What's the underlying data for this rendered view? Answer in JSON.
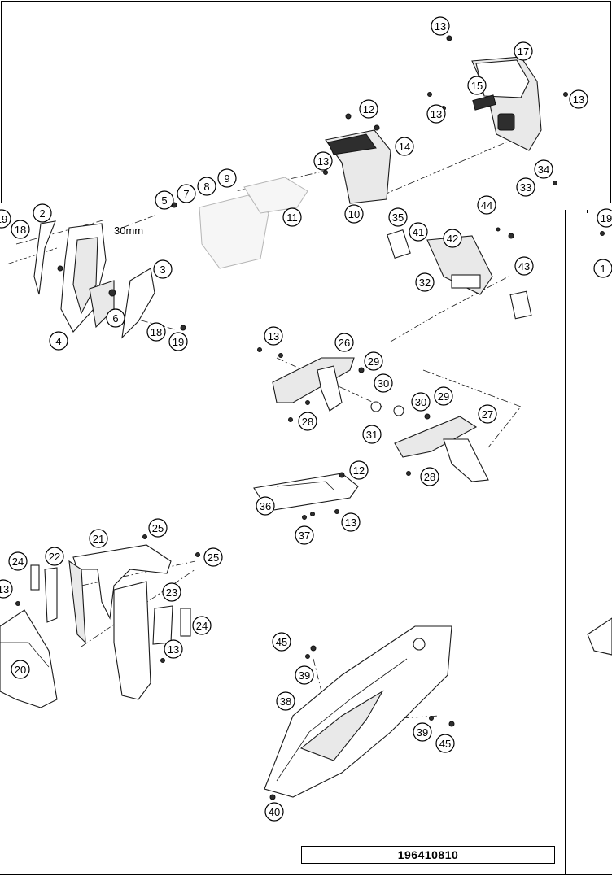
{
  "diagram": {
    "reference_number": "196410810",
    "dimension_note": "30mm",
    "callouts": [
      {
        "label": "13"
      },
      {
        "label": "17"
      },
      {
        "label": "15"
      },
      {
        "label": "13"
      },
      {
        "label": "13"
      },
      {
        "label": "12"
      },
      {
        "label": "14"
      },
      {
        "label": "13"
      },
      {
        "label": "9"
      },
      {
        "label": "8"
      },
      {
        "label": "7"
      },
      {
        "label": "5"
      },
      {
        "label": "11"
      },
      {
        "label": "10"
      },
      {
        "label": "35"
      },
      {
        "label": "34"
      },
      {
        "label": "33"
      },
      {
        "label": "44"
      },
      {
        "label": "41"
      },
      {
        "label": "42"
      },
      {
        "label": "43"
      },
      {
        "label": "32"
      },
      {
        "label": "2"
      },
      {
        "label": "19"
      },
      {
        "label": "18"
      },
      {
        "label": "3"
      },
      {
        "label": "6"
      },
      {
        "label": "4"
      },
      {
        "label": "18"
      },
      {
        "label": "19"
      },
      {
        "label": "13"
      },
      {
        "label": "26"
      },
      {
        "label": "29"
      },
      {
        "label": "30"
      },
      {
        "label": "30"
      },
      {
        "label": "29"
      },
      {
        "label": "27"
      },
      {
        "label": "28"
      },
      {
        "label": "31"
      },
      {
        "label": "28"
      },
      {
        "label": "12"
      },
      {
        "label": "36"
      },
      {
        "label": "13"
      },
      {
        "label": "37"
      },
      {
        "label": "25"
      },
      {
        "label": "21"
      },
      {
        "label": "24"
      },
      {
        "label": "22"
      },
      {
        "label": "25"
      },
      {
        "label": "13"
      },
      {
        "label": "23"
      },
      {
        "label": "24"
      },
      {
        "label": "13"
      },
      {
        "label": "20"
      },
      {
        "label": "45"
      },
      {
        "label": "39"
      },
      {
        "label": "38"
      },
      {
        "label": "39"
      },
      {
        "label": "45"
      },
      {
        "label": "40"
      },
      {
        "label": "1"
      },
      {
        "label": "19"
      }
    ]
  }
}
